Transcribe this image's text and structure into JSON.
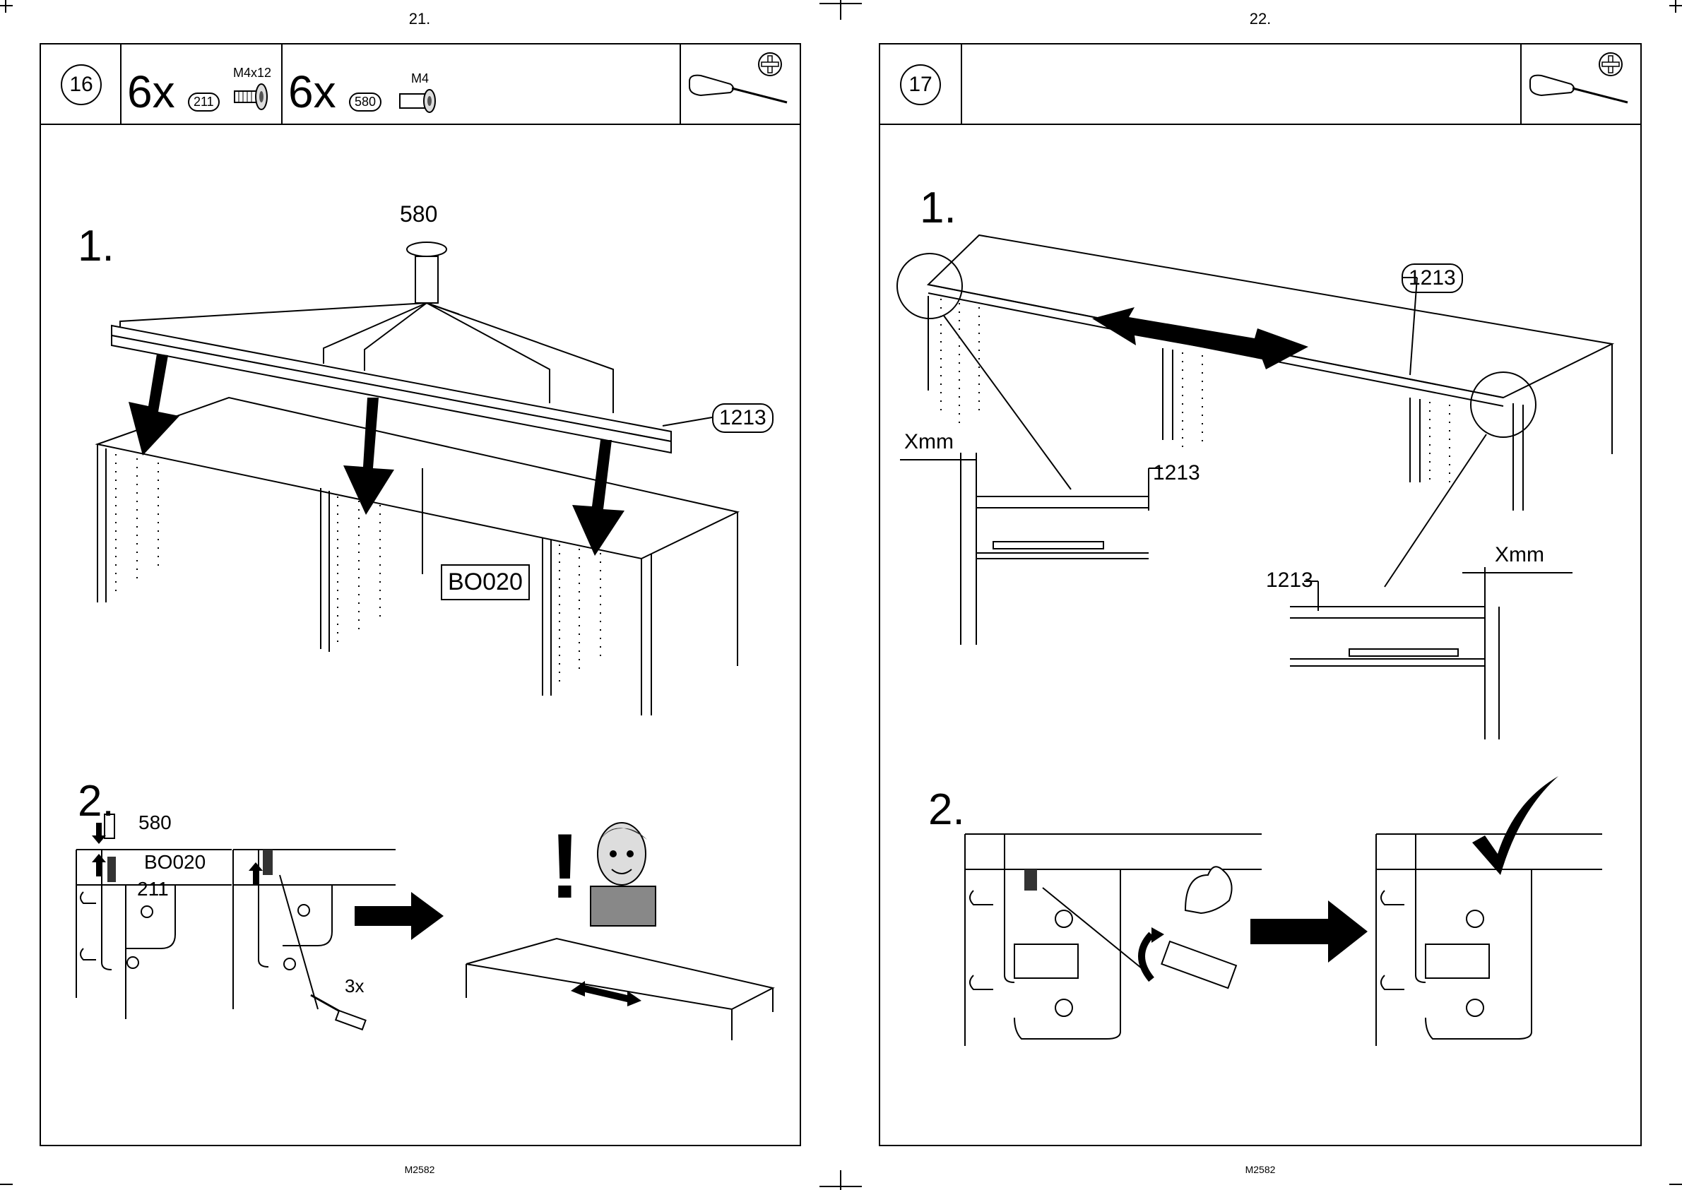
{
  "crop_marks": true,
  "pages": [
    {
      "page_number": "21.",
      "footer": "M2582",
      "step_number": "16",
      "parts": [
        {
          "qty": "6x",
          "part_no": "211",
          "spec": "M4x12"
        },
        {
          "qty": "6x",
          "part_no": "580",
          "spec": "M4"
        }
      ],
      "tool_icons": [
        "screwdriver-icon",
        "phillips-head-icon"
      ],
      "substep_1": {
        "label": "1.",
        "part_580": "580",
        "part_1213": "1213",
        "panel": "BO020"
      },
      "substep_2": {
        "label": "2.",
        "part_580": "580",
        "panel": "BO020",
        "part_211": "211",
        "repeat": "3x"
      }
    },
    {
      "page_number": "22.",
      "footer": "M2582",
      "step_number": "17",
      "tool_icons": [
        "screwdriver-icon",
        "phillips-head-icon"
      ],
      "substep_1": {
        "label": "1.",
        "part_1213_top": "1213",
        "gap_left": "Xmm",
        "part_1213_left": "1213",
        "gap_right": "Xmm",
        "part_1213_right": "1213"
      },
      "substep_2": {
        "label": "2."
      }
    }
  ]
}
